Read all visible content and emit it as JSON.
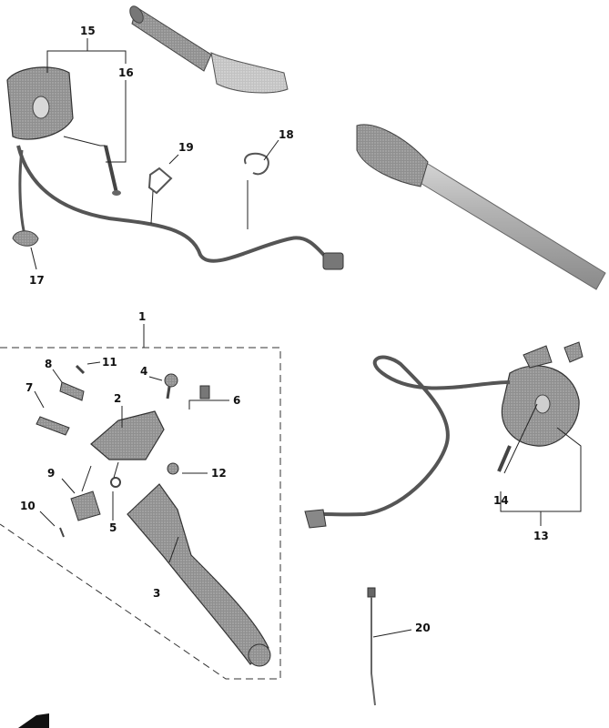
{
  "diagram": {
    "callouts": [
      {
        "id": "c1",
        "text": "1"
      },
      {
        "id": "c2",
        "text": "2"
      },
      {
        "id": "c3",
        "text": "3"
      },
      {
        "id": "c4",
        "text": "4"
      },
      {
        "id": "c5",
        "text": "5"
      },
      {
        "id": "c6",
        "text": "6"
      },
      {
        "id": "c7",
        "text": "7"
      },
      {
        "id": "c8",
        "text": "8"
      },
      {
        "id": "c9",
        "text": "9"
      },
      {
        "id": "c10",
        "text": "10"
      },
      {
        "id": "c11",
        "text": "11"
      },
      {
        "id": "c12",
        "text": "12"
      },
      {
        "id": "c13",
        "text": "13"
      },
      {
        "id": "c14",
        "text": "14"
      },
      {
        "id": "c15",
        "text": "15"
      },
      {
        "id": "c16",
        "text": "16"
      },
      {
        "id": "c17",
        "text": "17"
      },
      {
        "id": "c18",
        "text": "18"
      },
      {
        "id": "c19",
        "text": "19"
      },
      {
        "id": "c20",
        "text": "20"
      }
    ],
    "colors": {
      "part_fill": "#9a9a9a",
      "part_dark": "#555555",
      "part_light": "#c8c8c8",
      "line": "#222222"
    }
  }
}
